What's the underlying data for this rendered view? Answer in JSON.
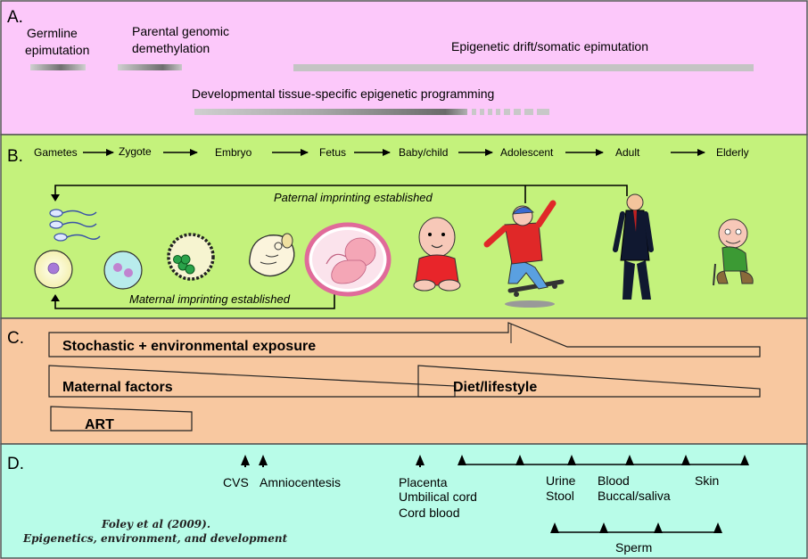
{
  "panels": {
    "A": {
      "letter": "A.",
      "labels": {
        "germline_line1": "Germline",
        "germline_line2": "epimutation",
        "parental_line1": "Parental genomic",
        "parental_line2": "demethylation",
        "drift": "Epigenetic  drift/somatic epimutation",
        "developmental": "Developmental tissue-specific epigenetic programming"
      },
      "color": "#fcc8fa"
    },
    "B": {
      "letter": "B.",
      "stages": [
        "Gametes",
        "Zygote",
        "Embryo",
        "Fetus",
        "Baby/child",
        "Adolescent",
        "Adult",
        "Elderly"
      ],
      "paternal": "Paternal imprinting established",
      "maternal": "Maternal imprinting established",
      "color": "#c4f27c"
    },
    "C": {
      "letter": "C.",
      "stochastic": "Stochastic + environmental exposure",
      "maternal": "Maternal factors",
      "diet": "Diet/lifestyle",
      "art": "ART",
      "color": "#f8c8a0"
    },
    "D": {
      "letter": "D.",
      "cvs": "CVS",
      "amnio": "Amniocentesis",
      "placenta": "Placenta",
      "umbilical": "Umbilical cord",
      "cordblood": "Cord blood",
      "urine": "Urine",
      "stool": "Stool",
      "blood": "Blood",
      "buccal": "Buccal/saliva",
      "skin": "Skin",
      "sperm": "Sperm",
      "citation_line1": "Foley et al (2009).",
      "citation_line2": "Epigenetics, environment, and development",
      "color": "#b8fce8"
    }
  }
}
